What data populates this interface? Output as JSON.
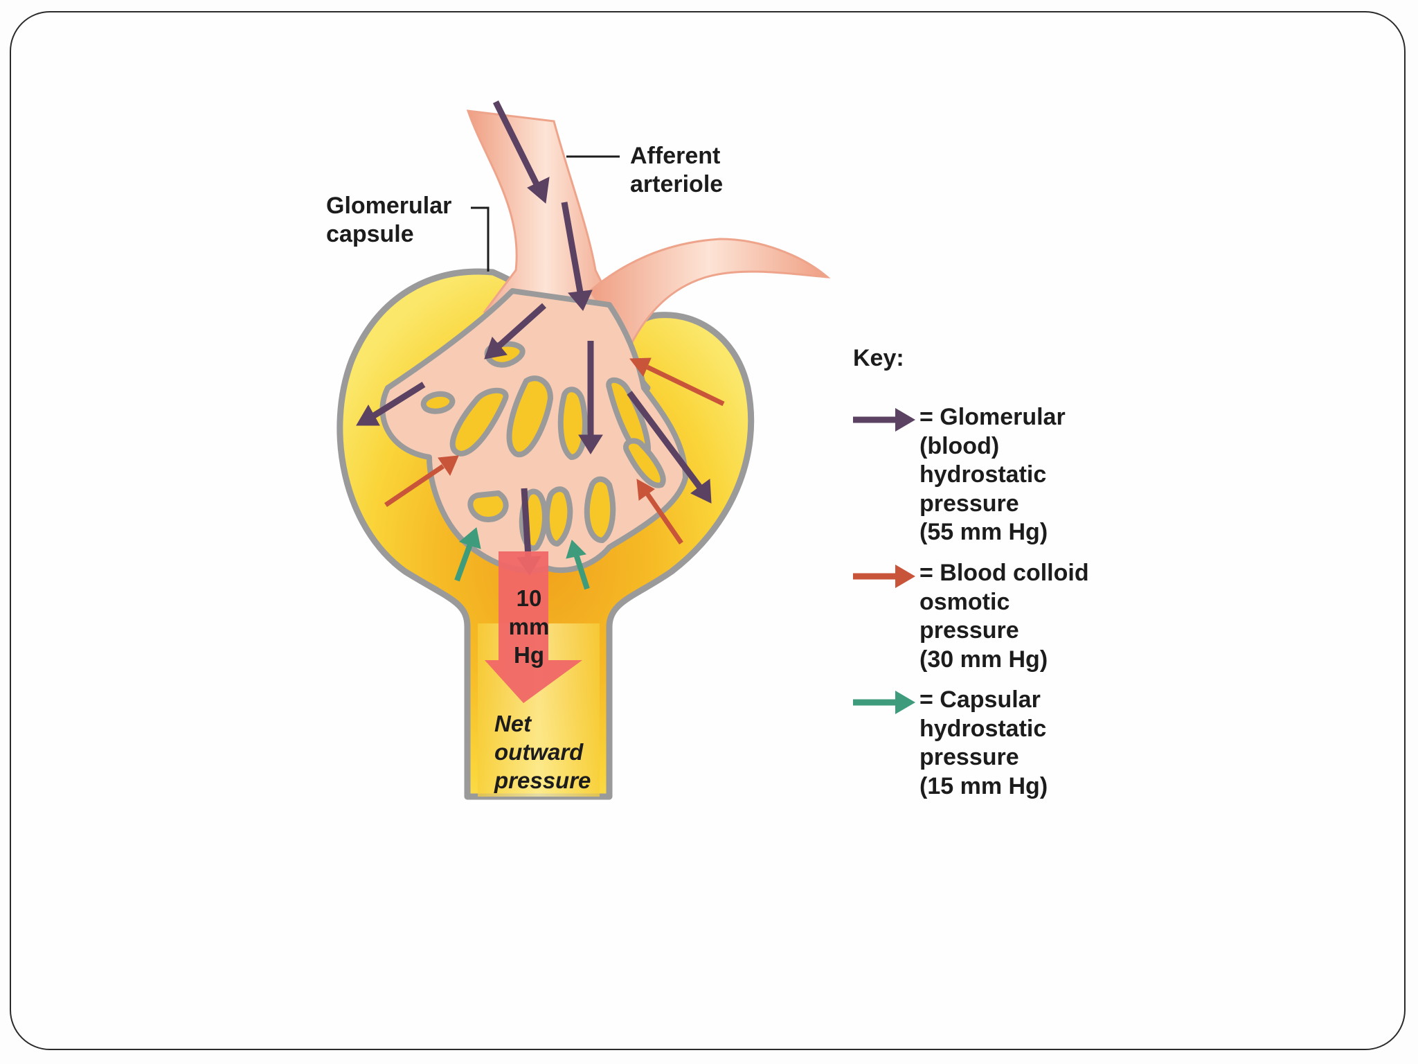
{
  "labels": {
    "afferent_arteriole": "Afferent\narteriole",
    "glomerular_capsule": "Glomerular\ncapsule",
    "net_value": "10\nmm\nHg",
    "net_caption": "Net\noutward\npressure"
  },
  "key": {
    "title": "Key:",
    "items": [
      {
        "text": "= Glomerular\n(blood)\nhydrostatic\npressure\n(55 mm Hg)",
        "color": "#5b4162"
      },
      {
        "text": "= Blood colloid\nosmotic\npressure\n(30 mm Hg)",
        "color": "#c8553a"
      },
      {
        "text": "= Capsular\nhydrostatic\npressure\n(15 mm Hg)",
        "color": "#3e9c7d"
      }
    ]
  },
  "colors": {
    "capsule_fill": "#f9d63a",
    "capsule_glow": "#f4a81e",
    "capsule_wall": "#9a9a9a",
    "vessel": "#f6c3aa",
    "net_arrow": "#f06767"
  }
}
